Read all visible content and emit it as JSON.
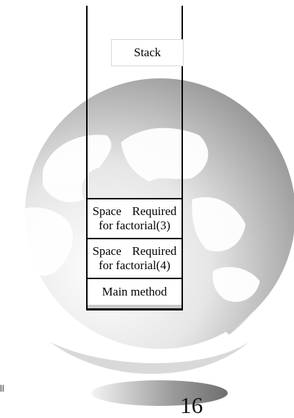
{
  "slide": {
    "footer_text": "ll",
    "page_number": "16"
  },
  "stack": {
    "label": "Stack",
    "frames": [
      {
        "line1a": "Space",
        "line1b": "Required",
        "line2": "for factorial(3)"
      },
      {
        "line1a": "Space",
        "line1b": "Required",
        "line2": "for factorial(4)"
      },
      {
        "line2": "Main method"
      }
    ]
  },
  "colors": {
    "globe_dark": "#8a8a8a",
    "globe_light": "#f2f2f2",
    "continent": "#ffffff",
    "stack_lines": "#000000"
  }
}
